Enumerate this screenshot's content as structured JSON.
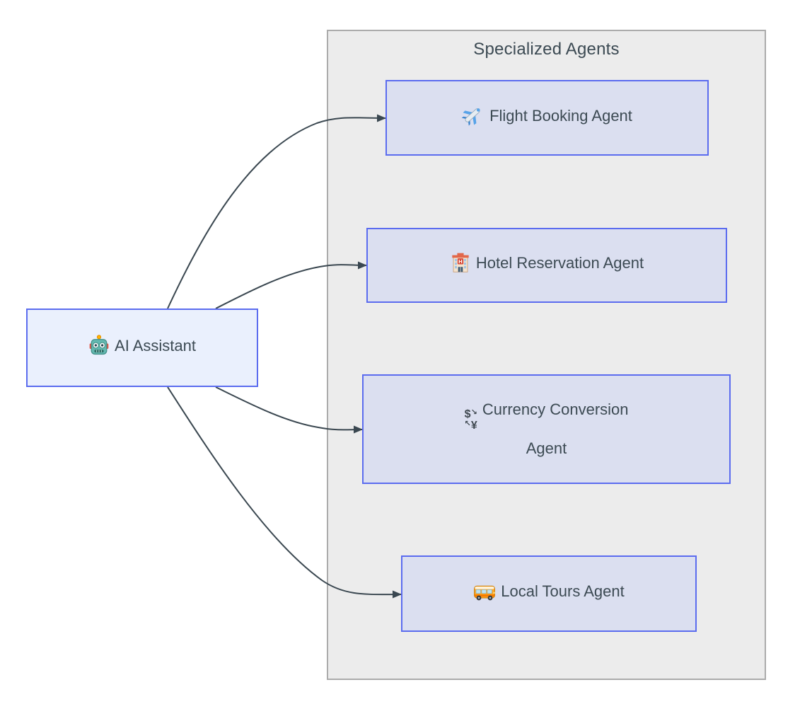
{
  "diagram": {
    "type": "flowchart",
    "cluster_title": "Specialized Agents",
    "root": {
      "label": "AI Assistant",
      "emoji": "🤖",
      "icon": "robot-icon"
    },
    "agents": [
      {
        "label": "Flight Booking Agent",
        "emoji": "✈️",
        "icon": "airplane-icon"
      },
      {
        "label": "Hotel Reservation Agent",
        "emoji": "🏨",
        "icon": "hotel-icon"
      },
      {
        "label": "Currency Conversion Agent",
        "emoji": "💱",
        "icon": "currency-exchange-icon"
      },
      {
        "label": "Local Tours Agent",
        "emoji": "🚌",
        "icon": "bus-icon"
      }
    ],
    "icon_glyphs": {
      "currency": {
        "dollar": "$",
        "arrow_dr": "↘",
        "arrow_ul": "↖",
        "yen": "¥"
      }
    },
    "edges": [
      {
        "from": "AI Assistant",
        "to": "Flight Booking Agent"
      },
      {
        "from": "AI Assistant",
        "to": "Hotel Reservation Agent"
      },
      {
        "from": "AI Assistant",
        "to": "Currency Conversion Agent"
      },
      {
        "from": "AI Assistant",
        "to": "Local Tours Agent"
      }
    ],
    "colors": {
      "node_border": "#5B6CEF",
      "root_fill": "#EAF0FD",
      "agent_fill": "#DBDFF0",
      "cluster_fill": "#ECECEC",
      "cluster_border": "#ABABAB",
      "edge": "#3A4750",
      "text": "#3C4A53",
      "page_background": "#FFFFFF"
    }
  }
}
